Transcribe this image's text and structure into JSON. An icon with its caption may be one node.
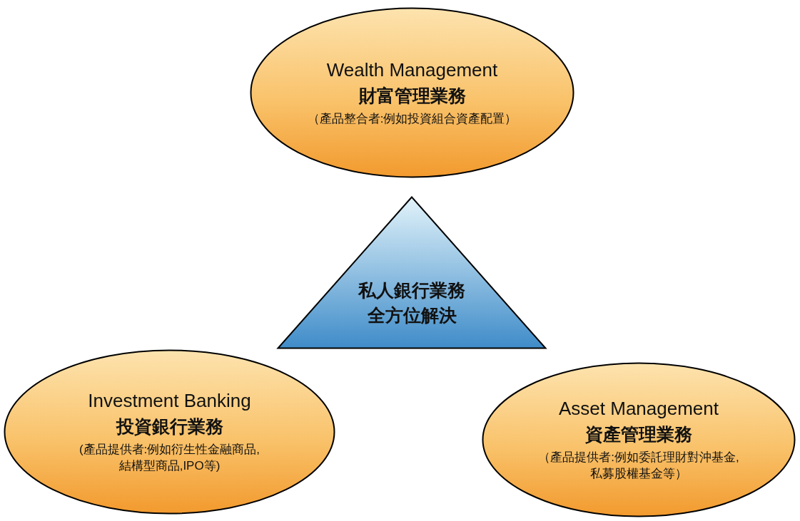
{
  "diagram": {
    "nodes": [
      {
        "text": [
          "Wealth Management",
          "財富管理業務",
          "（產品整合者:例如投資組合資產配置）"
        ]
      },
      {
        "text": [
          "私人銀行業務全方位解決"
        ]
      },
      {
        "text": [
          "Investment Banking",
          "投資銀行業務",
          "(產品提供者:例如衍生性金融商品,結構型商品,IPO等)"
        ]
      },
      {
        "text": [
          "Asset Management",
          "資產管理業務",
          "（產品提供者:例如委託理財對沖基金,私募股權基金等）"
        ]
      }
    ],
    "edges": []
  }
}
